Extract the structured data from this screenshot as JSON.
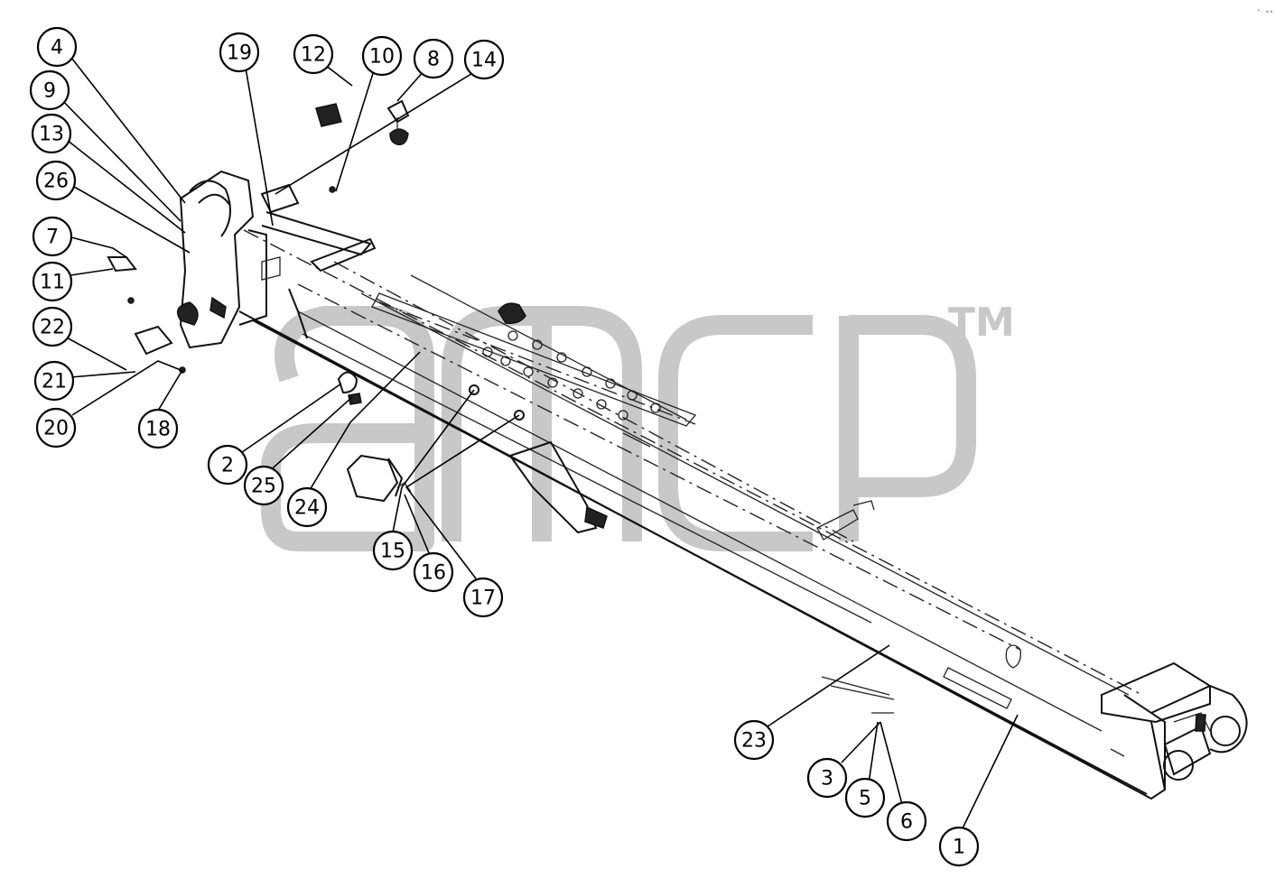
{
  "diagram": {
    "watermark": {
      "tm": "TM"
    },
    "corner_mark": "°· •••",
    "callouts": [
      "4",
      "9",
      "13",
      "26",
      "7",
      "11",
      "22",
      "21",
      "20",
      "19",
      "12",
      "10",
      "8",
      "14",
      "18",
      "2",
      "25",
      "24",
      "15",
      "16",
      "17",
      "23",
      "3",
      "5",
      "6",
      "1"
    ]
  }
}
